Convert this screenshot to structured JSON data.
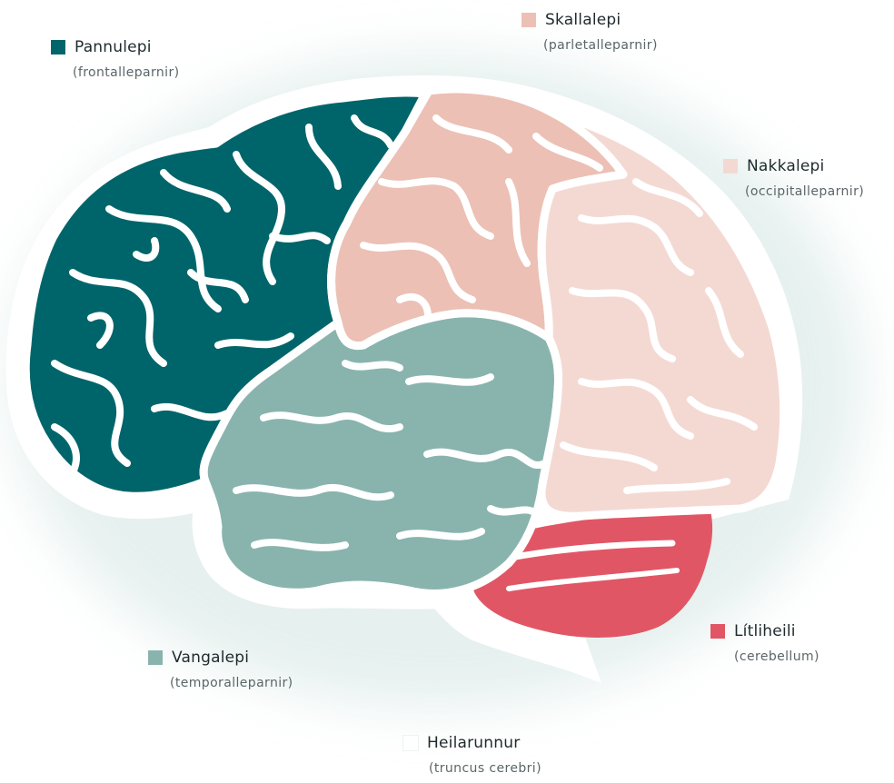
{
  "colors": {
    "frontal": "#00656a",
    "parietal": "#ecc0b5",
    "occipital": "#f4d9d3",
    "temporal": "#89b4ae",
    "cerebellum": "#e15665",
    "brainstem": "#ffffff",
    "halo": "#d9e9e6",
    "sulci": "#ffffff"
  },
  "labels": {
    "frontal": {
      "name": "Pannulepi",
      "latin": "(frontalleparnir)"
    },
    "parietal": {
      "name": "Skallalepi",
      "latin": "(parletalleparnir)"
    },
    "occipital": {
      "name": "Nakkalepi",
      "latin": "(occipitalleparnir)"
    },
    "temporal": {
      "name": "Vangalepi",
      "latin": "(temporalleparnir)"
    },
    "cerebellum": {
      "name": "Lítliheili",
      "latin": "(cerebellum)"
    },
    "brainstem": {
      "name": "Heilarunnur",
      "latin": "(truncus cerebri)"
    }
  }
}
